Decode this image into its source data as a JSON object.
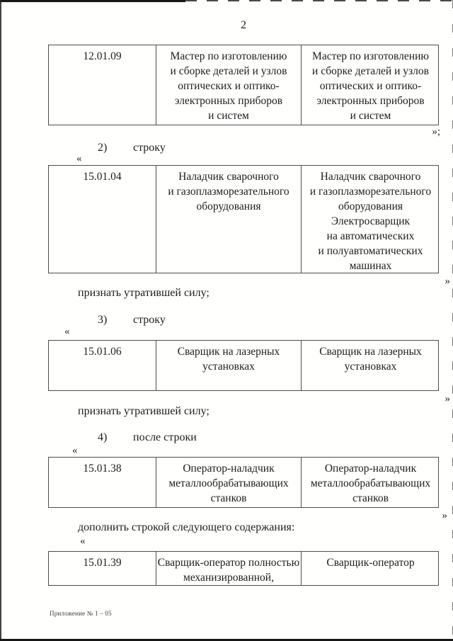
{
  "page_number": "2",
  "quotes": {
    "open": "«",
    "close": "»",
    "close_semicolon": "»;"
  },
  "labels": {
    "item2_num": "2)",
    "item2_text": "строку",
    "revoke_1": "признать утратившей силу;",
    "item3_num": "3)",
    "item3_text": "строку",
    "revoke_2": "признать утратившей силу;",
    "item4_num": "4)",
    "item4_text": "после строки",
    "append_text": "дополнить строкой следующего содержания:"
  },
  "tables": {
    "t1": {
      "code": "12.01.09",
      "col2": [
        "Мастер по изготовлению",
        "и сборке деталей и узлов",
        "оптических и оптико-",
        "электронных приборов",
        "и систем"
      ],
      "col3": [
        "Мастер по изготовлению",
        "и сборке деталей и узлов",
        "оптических и оптико-",
        "электронных приборов",
        "и систем"
      ]
    },
    "t2": {
      "code": "15.01.04",
      "col2": [
        "Наладчик сварочного",
        "и газоплазморезательного",
        "оборудования"
      ],
      "col3": [
        "Наладчик сварочного",
        "и газоплазморезательного",
        "оборудования",
        "Электросварщик",
        "на автоматических",
        "и полуавтоматических",
        "машинах"
      ]
    },
    "t3": {
      "code": "15.01.06",
      "col2": [
        "Сварщик на лазерных",
        "установках"
      ],
      "col3": [
        "Сварщик на лазерных",
        "установках"
      ]
    },
    "t4": {
      "code": "15.01.38",
      "col2": [
        "Оператор-наладчик",
        "металлообрабатывающих",
        "станков"
      ],
      "col3": [
        "Оператор-наладчик",
        "металлообрабатывающих",
        "станков"
      ]
    },
    "t5": {
      "code": "15.01.39",
      "col2": [
        "Сварщик-оператор полностью",
        "механизированной,"
      ],
      "col3": [
        "Сварщик-оператор"
      ]
    }
  },
  "footer": "Приложение № 1 – 05"
}
